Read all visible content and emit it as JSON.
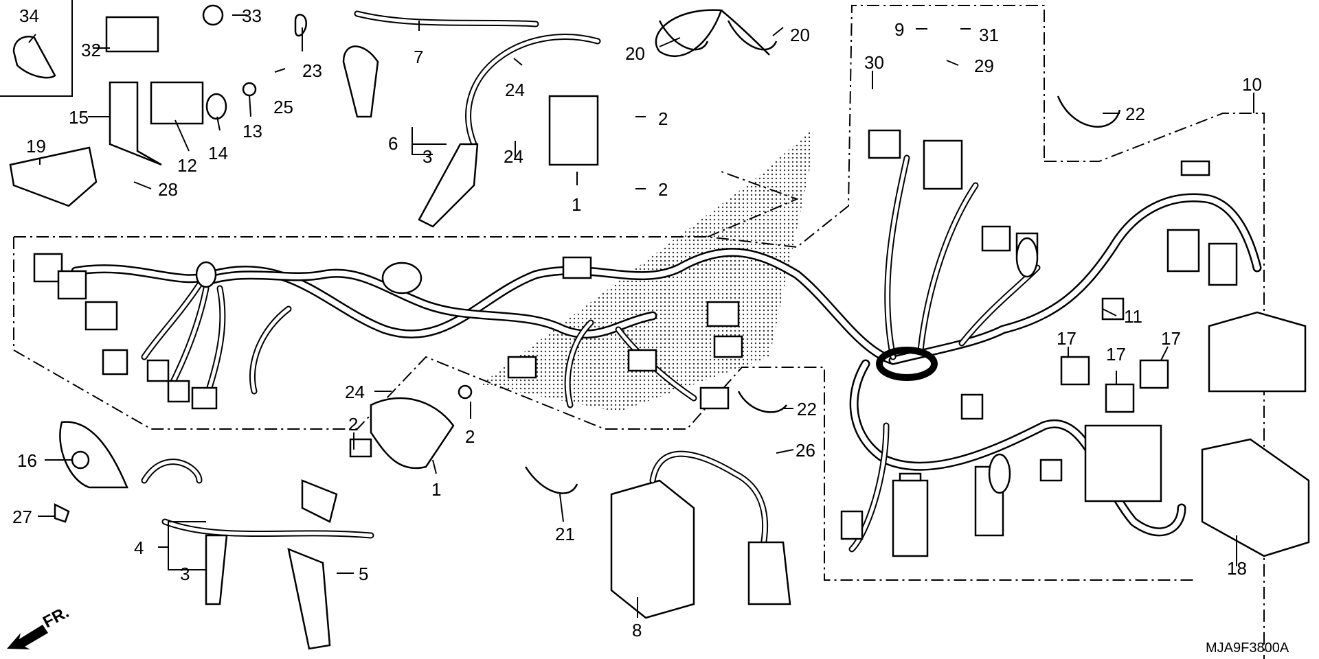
{
  "diagram": {
    "drawing_code": "MJA9F3800A",
    "direction_label": "FR.",
    "part_labels": [
      "34",
      "33",
      "23",
      "7",
      "20",
      "20",
      "9",
      "31",
      "32",
      "25",
      "24",
      "30",
      "29",
      "10",
      "15",
      "13",
      "14",
      "2",
      "22",
      "12",
      "6",
      "3",
      "24",
      "19",
      "28",
      "2",
      "1",
      "11",
      "24",
      "17",
      "17",
      "17",
      "22",
      "2",
      "2",
      "26",
      "16",
      "1",
      "27",
      "21",
      "4",
      "5",
      "3",
      "18",
      "8"
    ]
  }
}
